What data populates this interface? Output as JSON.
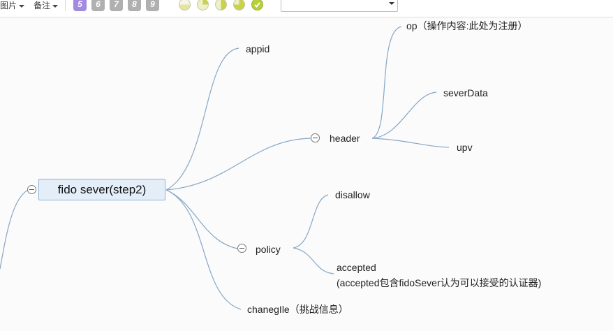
{
  "toolbar": {
    "image_menu": "图片",
    "note_menu": "备注",
    "priorities": [
      {
        "label": "5",
        "color": "#a28ae0"
      },
      {
        "label": "6",
        "color": "#b0b0b0"
      },
      {
        "label": "7",
        "color": "#b0b0b0"
      },
      {
        "label": "8",
        "color": "#b0b0b0"
      },
      {
        "label": "9",
        "color": "#b0b0b0"
      }
    ],
    "progress_icons": [
      "progress-0-icon",
      "progress-25-icon",
      "progress-50-icon",
      "progress-75-icon",
      "progress-done-icon"
    ],
    "select_value": ""
  },
  "mindmap": {
    "root": "fido sever(step2)",
    "branches": {
      "appid": "appid",
      "header": "header",
      "op": "op（操作内容:此处为注册）",
      "severData": "severData",
      "upv": "upv",
      "policy": "policy",
      "disallow": "disallow",
      "accepted": "accepted",
      "accepted_note": "(accepted包含fidoSever认为可以接受的认证器)",
      "chanegIle": "chanegIle（挑战信息）"
    }
  },
  "colors": {
    "line": "#86a7c5",
    "root_fill": "#e4eef8",
    "root_border": "#8fb1d4"
  }
}
